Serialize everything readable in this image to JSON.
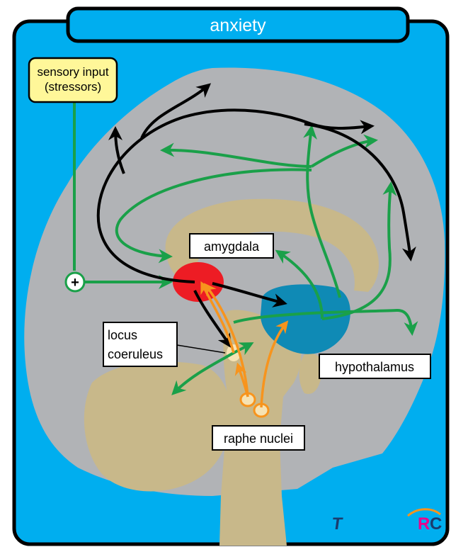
{
  "title": "anxiety",
  "labels": {
    "sensory_line1": "sensory input",
    "sensory_line2": "(stressors)",
    "plus": "+",
    "amygdala": "amygdala",
    "locus_line1": "locus",
    "locus_line2": "coeruleus",
    "hypothalamus": "hypothalamus",
    "raphe": "raphe nuclei",
    "logo": "TRC"
  },
  "colors": {
    "background": "#00aeef",
    "frame": "#000000",
    "brain_gray": "#b1b3b6",
    "brain_tan": "#c8b88a",
    "amygdala_red": "#ed1c24",
    "hypothalamus_blue": "#0f8ab5",
    "label_yellow": "#fff799",
    "pathway_black": "#000000",
    "pathway_green": "#1aa049",
    "pathway_orange": "#f7941d",
    "nucleus_cream": "#f6e2b3"
  },
  "legend_icons": [
    "plus-node-icon",
    "logo-icon"
  ]
}
